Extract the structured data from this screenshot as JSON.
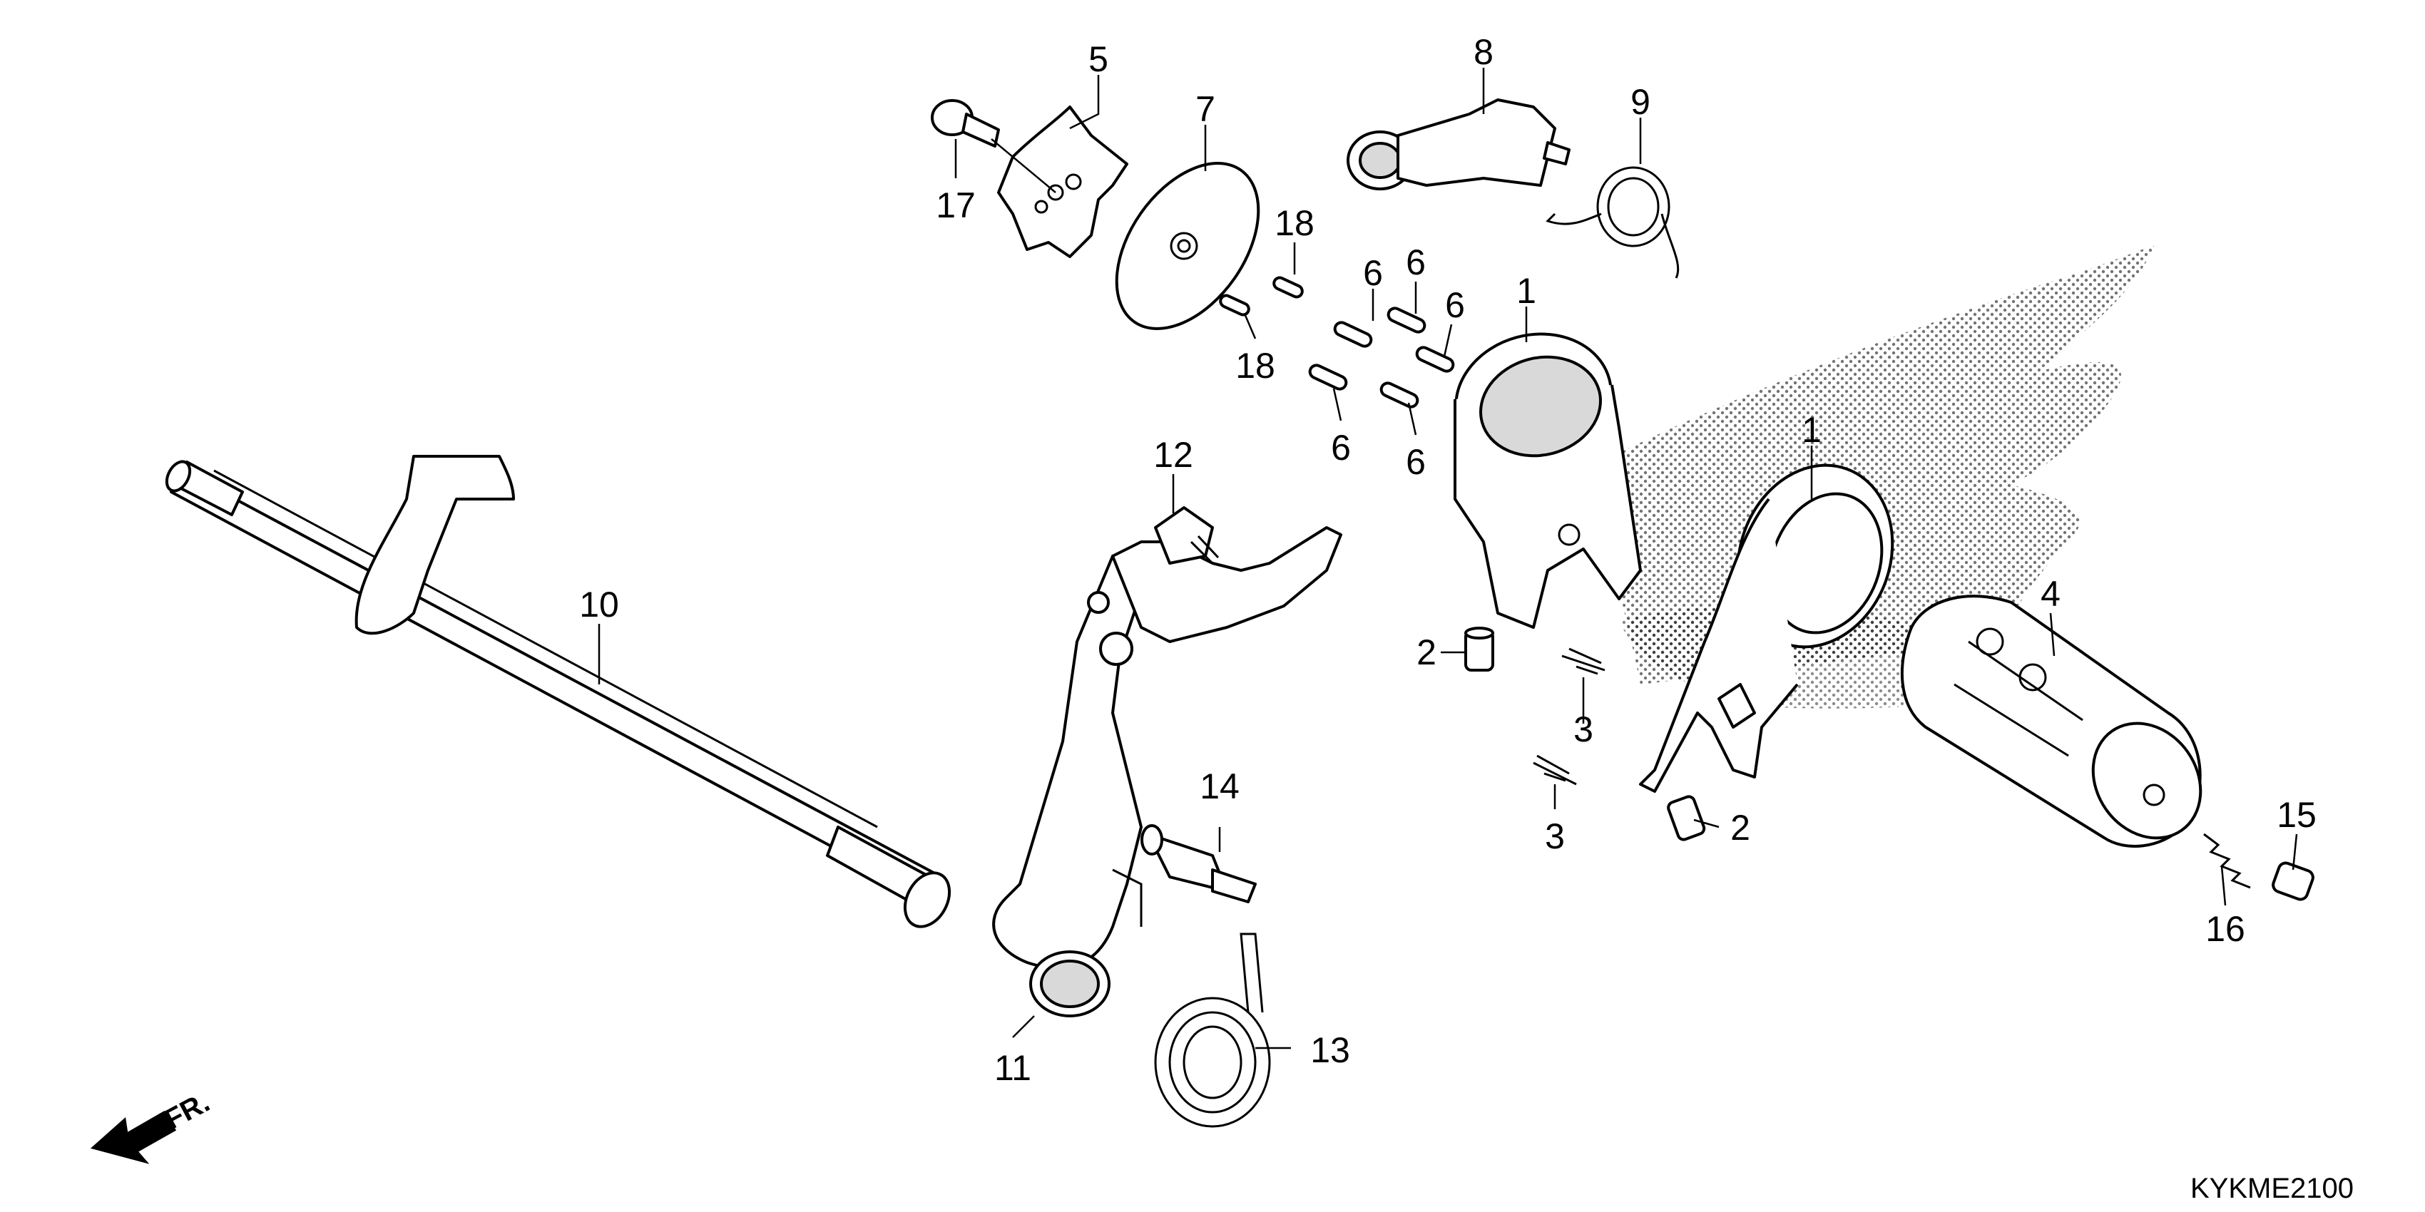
{
  "diagram": {
    "code": "KYKME2100",
    "fr_label": "FR.",
    "callouts": {
      "c1a": "1",
      "c1b": "1",
      "c2a": "2",
      "c2b": "2",
      "c3a": "3",
      "c3b": "3",
      "c4": "4",
      "c5": "5",
      "c6a": "6",
      "c6b": "6",
      "c6c": "6",
      "c6d": "6",
      "c6e": "6",
      "c7": "7",
      "c8": "8",
      "c9": "9",
      "c10": "10",
      "c11": "11",
      "c12": "12",
      "c13": "13",
      "c14": "14",
      "c15": "15",
      "c16": "16",
      "c17": "17",
      "c18a": "18",
      "c18b": "18"
    }
  }
}
